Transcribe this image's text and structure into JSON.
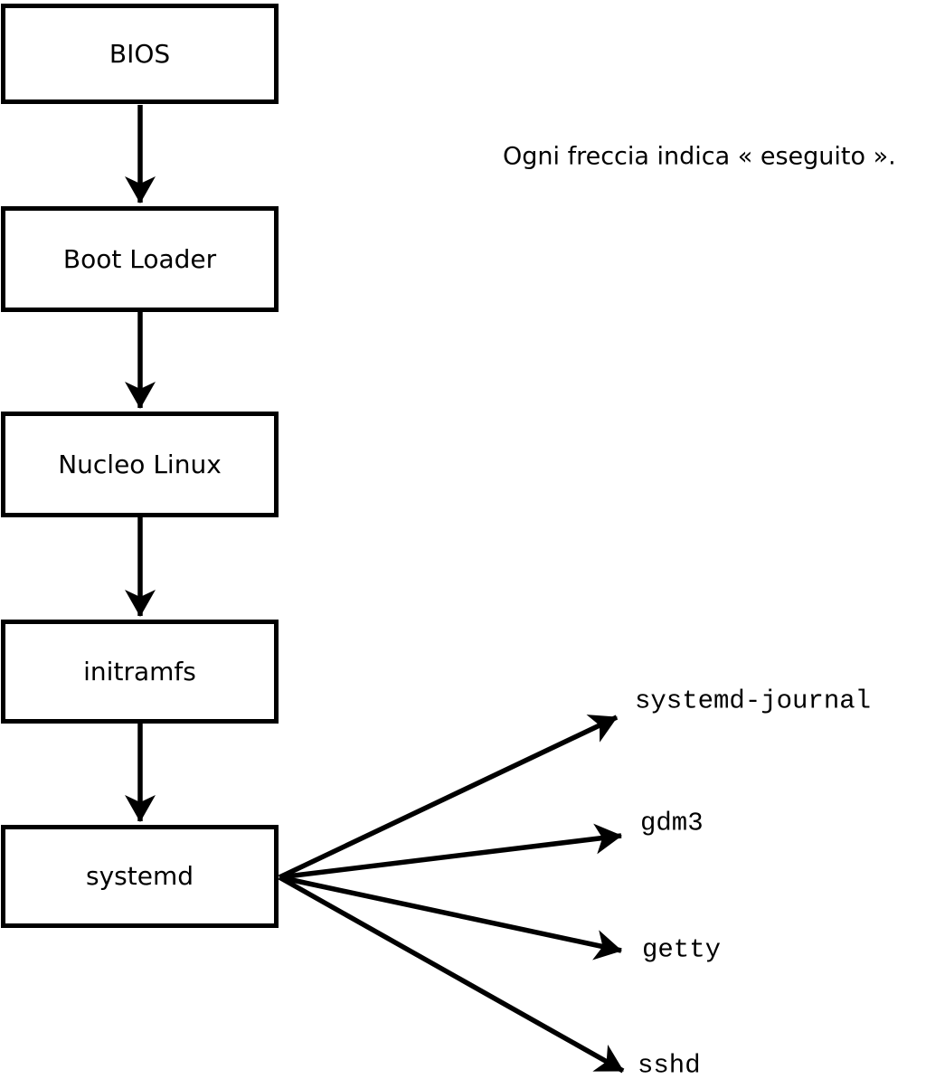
{
  "diagram": {
    "caption": "Ogni freccia indica « eseguito ».",
    "boxes": [
      {
        "id": "bios",
        "label": "BIOS"
      },
      {
        "id": "boot-loader",
        "label": "Boot Loader"
      },
      {
        "id": "nucleo-linux",
        "label": "Nucleo Linux"
      },
      {
        "id": "initramfs",
        "label": "initramfs"
      },
      {
        "id": "systemd",
        "label": "systemd"
      }
    ],
    "services": [
      {
        "id": "systemd-journal",
        "label": "systemd-journal"
      },
      {
        "id": "gdm3",
        "label": "gdm3"
      },
      {
        "id": "getty",
        "label": "getty"
      },
      {
        "id": "sshd",
        "label": "sshd"
      }
    ],
    "colors": {
      "foreground": "#000000",
      "background": "#ffffff"
    }
  }
}
